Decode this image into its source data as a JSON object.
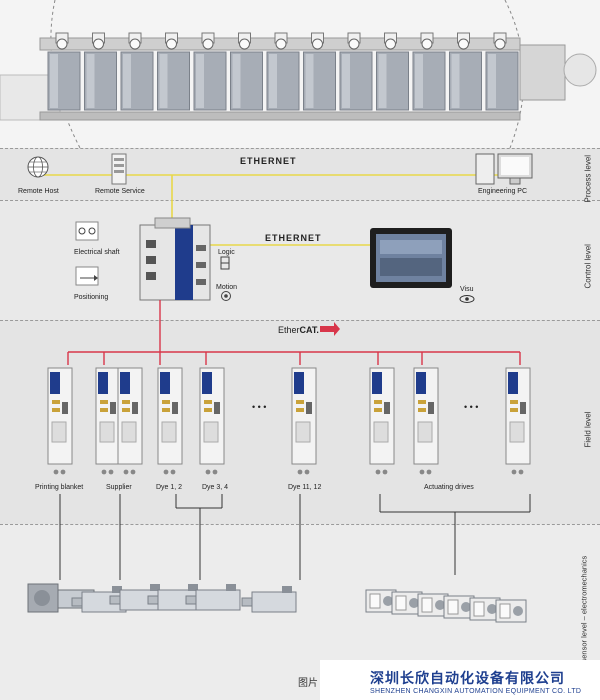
{
  "network": {
    "ethernet_top": "ETHERNET",
    "ethernet_control": "ETHERNET",
    "ethercat_prefix": "Ether",
    "ethercat_suffix": "CAT."
  },
  "levels": {
    "process": "Process level",
    "control": "Control level",
    "field": "Field level",
    "sensor": "Actuator/sensor level – electromechanics"
  },
  "process_items": {
    "remote_host": "Remote Host",
    "remote_service": "Remote Service",
    "engineering_pc": "Engineering PC"
  },
  "control_items": {
    "electrical_shaft": "Electrical shaft",
    "positioning": "Positioning",
    "logic": "Logic",
    "motion": "Motion",
    "visu": "Visu"
  },
  "field_items": {
    "printing_blanket": "Printing blanket",
    "supplier": "Supplier",
    "dye_1_2": "Dye 1, 2",
    "dye_3_4": "Dye 3, 4",
    "dye_11_12": "Dye 11, 12",
    "actuating_drives": "Actuating drives",
    "ellipsis": "• • •"
  },
  "footer": {
    "caption": "图片",
    "company_cn": "深圳长欣自动化设备有限公司",
    "company_en": "SHENZHEN CHANGXIN AUTOMATION EQUIPMENT CO. LTD"
  },
  "colors": {
    "ethernet_line": "#e8d84a",
    "ethercat_line": "#d8364a",
    "drive_blue": "#1f3c8c",
    "logo_blue": "#1e3f8f"
  }
}
